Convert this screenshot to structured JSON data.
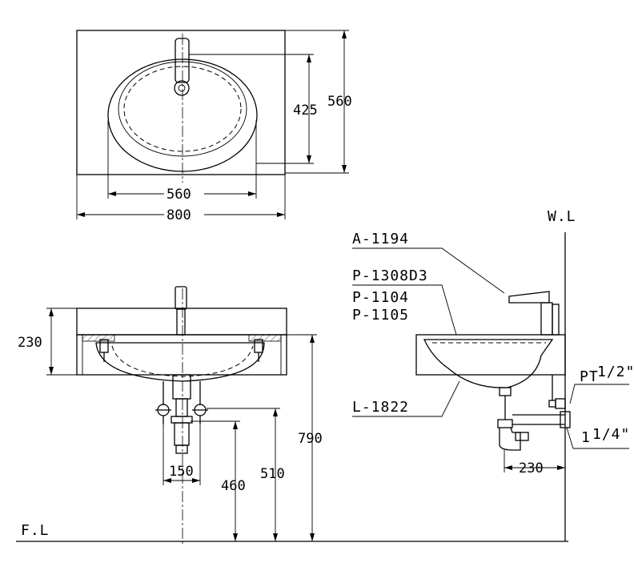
{
  "top_view": {
    "dims": {
      "basin_depth": "425",
      "counter_depth": "560",
      "basin_width": "560",
      "counter_width": "800"
    }
  },
  "front_view": {
    "dims": {
      "counter_height": "230",
      "drain_spacing": "150",
      "drain_height_1": "460",
      "drain_height_2": "510",
      "rim_height": "790"
    },
    "floor_label": "F.L"
  },
  "side_view": {
    "wall_label": "W.L",
    "parts": {
      "faucet": "A-1194",
      "part_2": "P-1308D3",
      "part_3": "P-1104",
      "part_4": "P-1105",
      "basin": "L-1822"
    },
    "pt_prefix": "PT",
    "pt_size": "1/2\"",
    "trap_size_whole": "1",
    "trap_size_frac": "1/4\"",
    "dim_wall": "230"
  }
}
